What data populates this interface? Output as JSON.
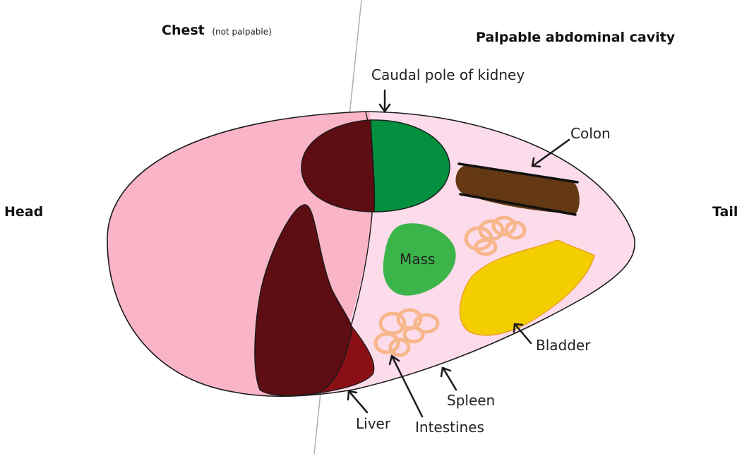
{
  "regions": {
    "chest": {
      "title": "Chest",
      "note": "(not palpable)"
    },
    "abdomen": {
      "title": "Palpable abdominal cavity"
    }
  },
  "orientation": {
    "head": "Head",
    "tail": "Tail"
  },
  "labels": {
    "kidney": "Caudal pole of kidney",
    "colon": "Colon",
    "mass": "Mass",
    "bladder": "Bladder",
    "spleen": "Spleen",
    "liver": "Liver",
    "intestines": "Intestines"
  },
  "colors": {
    "chest_fill": "#f9b4c8",
    "abdomen_fill": "#fcdcea",
    "liver_dark": "#5e0d12",
    "liver_red": "#8b1015",
    "kidney_green": "#02903f",
    "mass_green": "#3bb54a",
    "colon_brown": "#633812",
    "bladder_yellow": "#f3ce00",
    "intestine_orange": "#f7b486"
  }
}
